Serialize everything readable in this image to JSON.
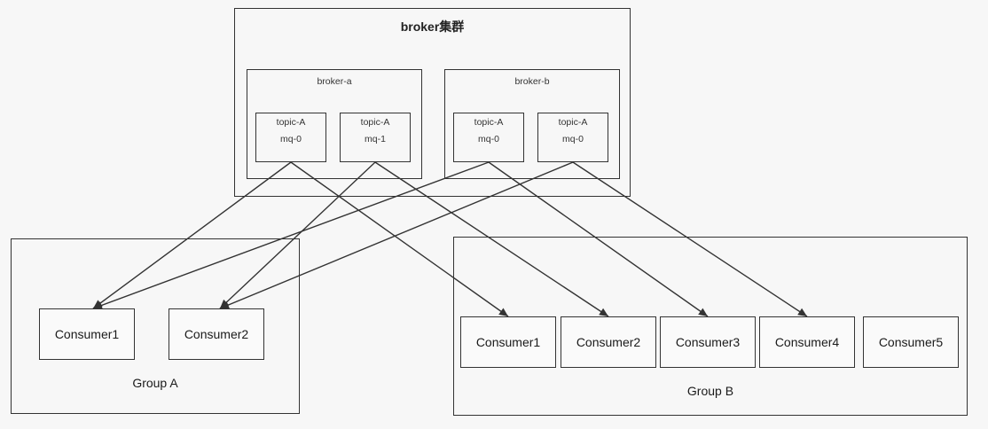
{
  "cluster": {
    "title": "broker集群",
    "brokers": [
      {
        "id": "broker-a",
        "title": "broker-a",
        "queues": [
          {
            "id": "a0",
            "topic": "topic-A",
            "mq": "mq-0"
          },
          {
            "id": "a1",
            "topic": "topic-A",
            "mq": "mq-1"
          }
        ]
      },
      {
        "id": "broker-b",
        "title": "broker-b",
        "queues": [
          {
            "id": "b0",
            "topic": "topic-A",
            "mq": "mq-0"
          },
          {
            "id": "b1",
            "topic": "topic-A",
            "mq": "mq-0"
          }
        ]
      }
    ]
  },
  "groups": [
    {
      "id": "A",
      "label": "Group A",
      "consumers": [
        {
          "id": "A1",
          "name": "Consumer1"
        },
        {
          "id": "A2",
          "name": "Consumer2"
        }
      ]
    },
    {
      "id": "B",
      "label": "Group B",
      "consumers": [
        {
          "id": "B1",
          "name": "Consumer1"
        },
        {
          "id": "B2",
          "name": "Consumer2"
        },
        {
          "id": "B3",
          "name": "Consumer3"
        },
        {
          "id": "B4",
          "name": "Consumer4"
        },
        {
          "id": "B5",
          "name": "Consumer5"
        }
      ]
    }
  ],
  "edges": [
    {
      "from": "a0",
      "to": "A1"
    },
    {
      "from": "a1",
      "to": "A2"
    },
    {
      "from": "b0",
      "to": "A1"
    },
    {
      "from": "b1",
      "to": "A2"
    },
    {
      "from": "a0",
      "to": "B1"
    },
    {
      "from": "a1",
      "to": "B2"
    },
    {
      "from": "b0",
      "to": "B3"
    },
    {
      "from": "b1",
      "to": "B4"
    }
  ],
  "colors": {
    "line": "#333333",
    "background": "#f7f7f7"
  }
}
